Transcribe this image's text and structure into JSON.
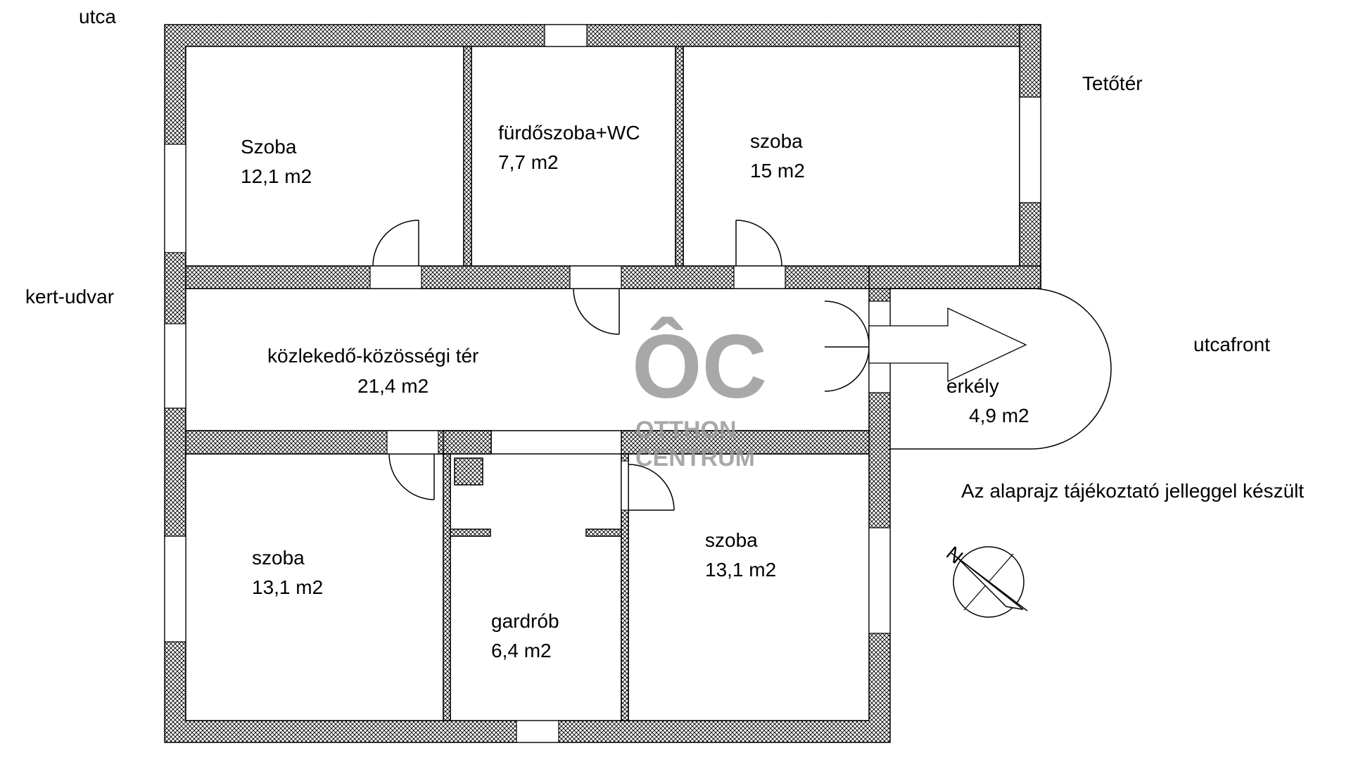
{
  "outside_labels": {
    "street": "utca",
    "attic": "Tetőtér",
    "garden": "kert-udvar",
    "street_front": "utcafront",
    "disclaimer": "Az alaprajz tájékoztató jelleggel készült"
  },
  "rooms": {
    "room1": {
      "name": "Szoba",
      "area": "12,1 m2"
    },
    "bathroom": {
      "name": "fürdőszoba+WC",
      "area": "7,7 m2"
    },
    "room2": {
      "name": "szoba",
      "area": "15 m2"
    },
    "hall": {
      "name": "közlekedő-közösségi tér",
      "area": "21,4 m2"
    },
    "balcony": {
      "name": "erkély",
      "area": "4,9 m2"
    },
    "room3": {
      "name": "szoba",
      "area": "13,1 m2"
    },
    "wardrobe": {
      "name": "gardrób",
      "area": "6,4 m2"
    },
    "room4": {
      "name": "szoba",
      "area": "13,1 m2"
    }
  },
  "compass": {
    "north_letter": "N"
  },
  "watermark": {
    "monogram": "ÔC",
    "line1": "OTTHON",
    "line2": "CENTRUM"
  },
  "colors": {
    "wall_hatch": "#000000",
    "watermark": "#9a9a9a",
    "background": "#ffffff"
  }
}
